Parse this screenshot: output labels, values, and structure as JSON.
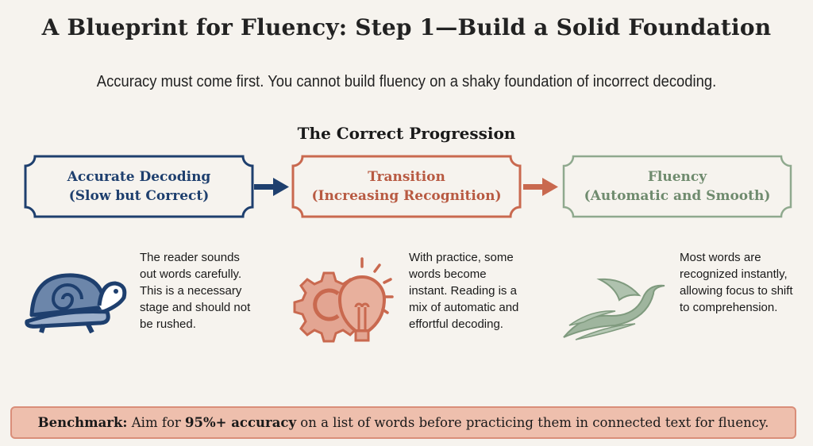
{
  "title": "A Blueprint for Fluency: Step 1—Build a Solid Foundation",
  "subtitle": "Accuracy must come first. You cannot build fluency on a shaky foundation of incorrect decoding.",
  "section_heading": "The Correct Progression",
  "colors": {
    "blue": "#1e3f6e",
    "terracotta": "#c9694f",
    "sage": "#8fa98e",
    "background": "#f6f3ee",
    "benchmark_fill": "#eebfad"
  },
  "stages": [
    {
      "line1": "Accurate Decoding",
      "line2": "(Slow but Correct)",
      "icon": "turtle-icon",
      "description": "The reader sounds out words carefully. This is a necessary stage and should not be rushed."
    },
    {
      "line1": "Transition",
      "line2": "(Increasing Recognition)",
      "icon": "gear-lightbulb-icon",
      "description": "With practice, some words become instant. Reading is a mix of automatic and effortful decoding."
    },
    {
      "line1": "Fluency",
      "line2": "(Automatic and Smooth)",
      "icon": "bird-icon",
      "description": "Most words are recognized instantly, allowing focus to shift to comprehension."
    }
  ],
  "benchmark": {
    "label": "Benchmark:",
    "text1": " Aim for ",
    "emphasis": "95%+ accuracy",
    "text2": " on a list of words before practicing them in connected text for fluency."
  }
}
